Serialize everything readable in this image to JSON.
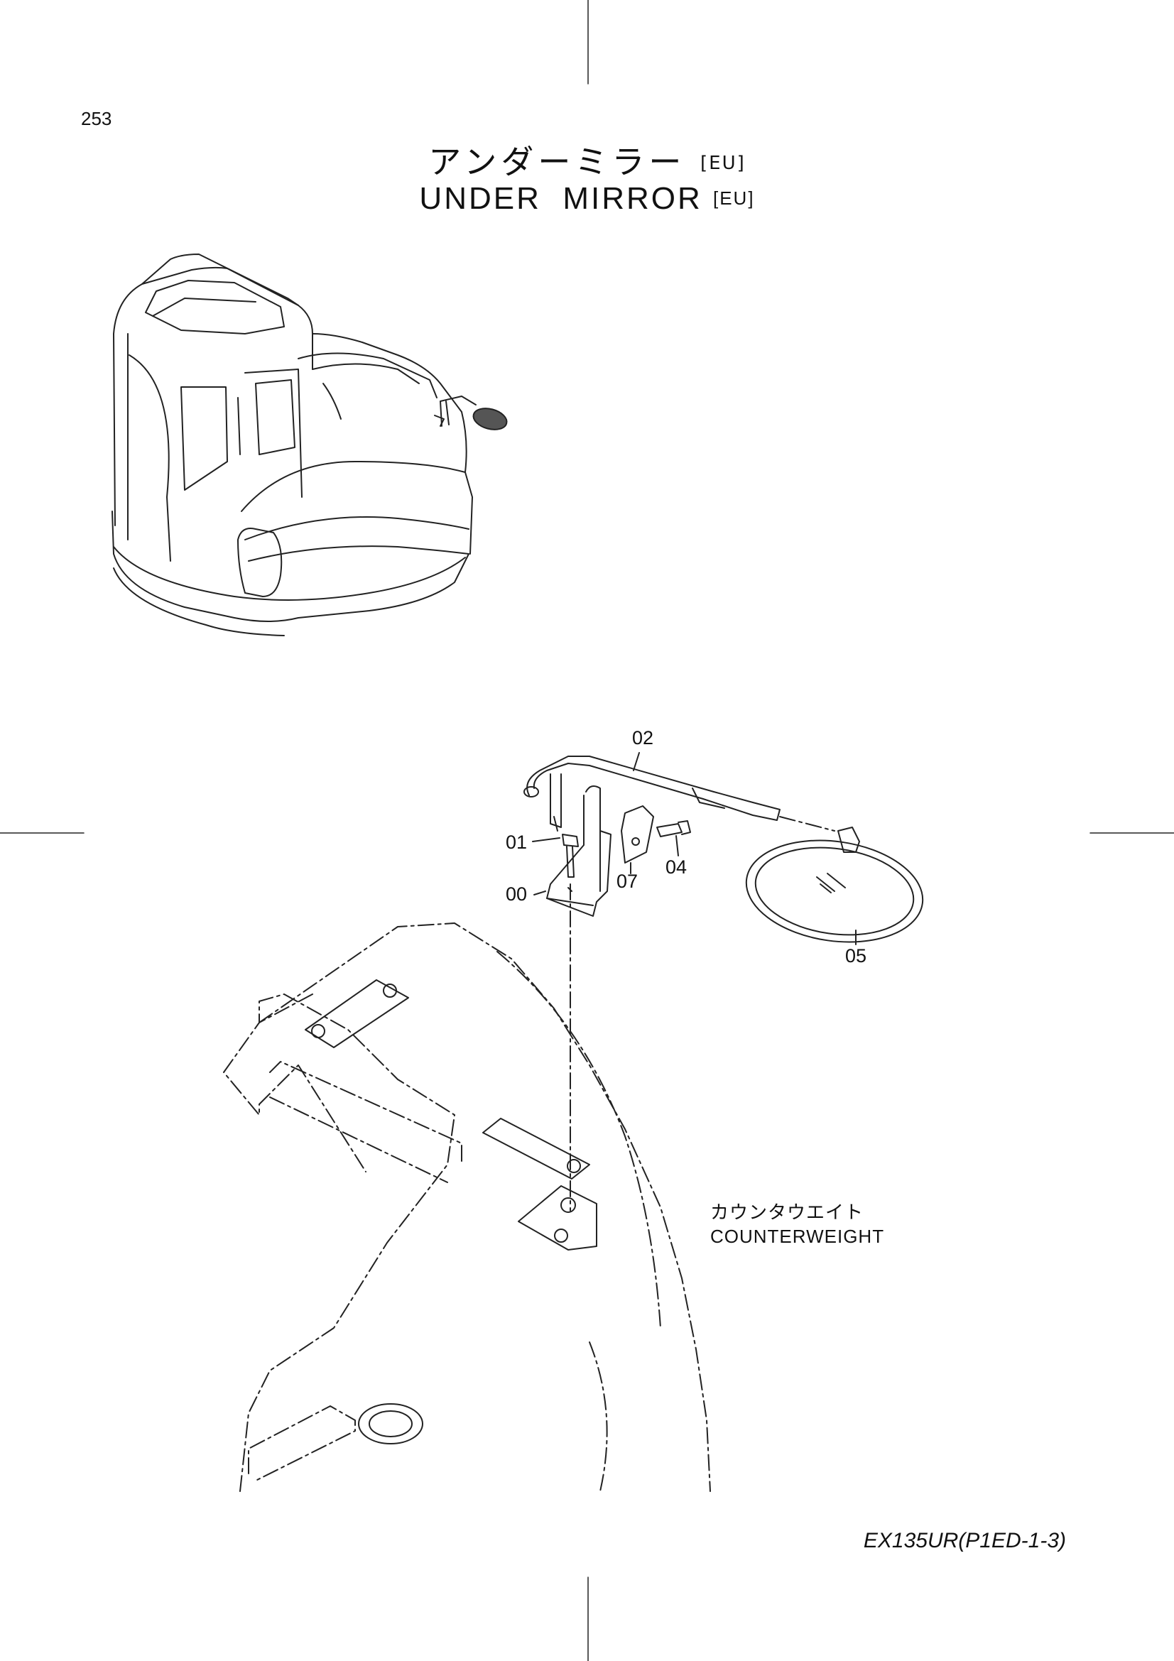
{
  "page": {
    "number": "253",
    "footer": "EX135UR(P1ED-1-3)"
  },
  "title": {
    "jp": "アンダーミラー",
    "en": "UNDER  MIRROR",
    "tag": "[EU]"
  },
  "labels": {
    "counterweight_jp": "カウンタウエイト",
    "counterweight_en": "COUNTERWEIGHT"
  },
  "parts": [
    {
      "id": "00"
    },
    {
      "id": "01"
    },
    {
      "id": "02"
    },
    {
      "id": "04"
    },
    {
      "id": "05"
    },
    {
      "id": "07"
    }
  ]
}
